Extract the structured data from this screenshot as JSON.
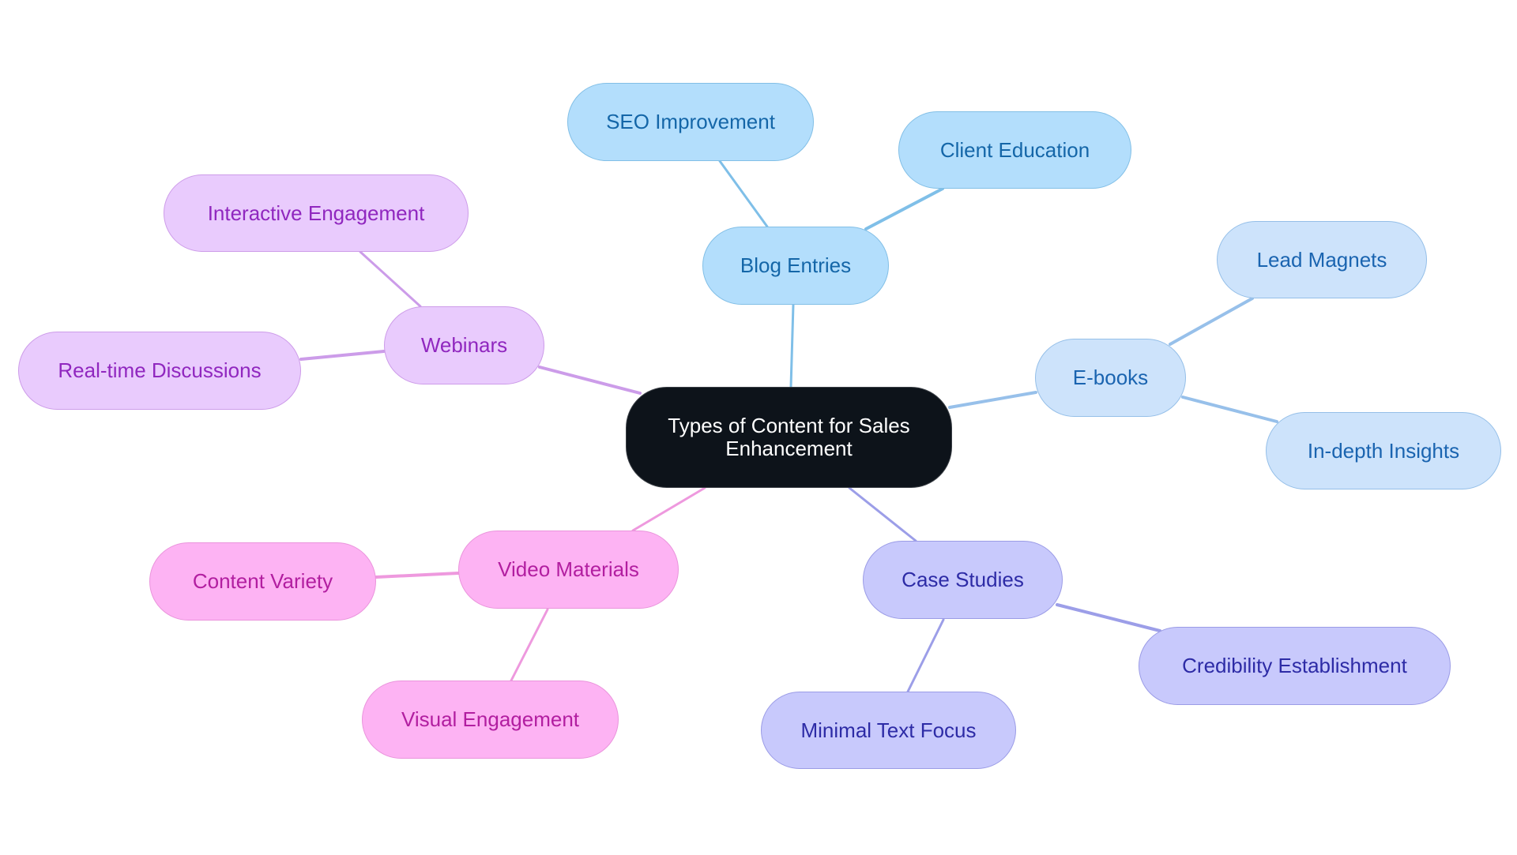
{
  "diagram": {
    "type": "mind-map",
    "root": {
      "id": "root",
      "label": "Types of Content for Sales Enhancement",
      "color": "#0d131a"
    },
    "branches": [
      {
        "id": "blog",
        "label": "Blog Entries",
        "theme": "blue",
        "edge_color": "#7fbfe8",
        "children": [
          {
            "id": "seo",
            "label": "SEO Improvement"
          },
          {
            "id": "client",
            "label": "Client Education"
          }
        ]
      },
      {
        "id": "ebooks",
        "label": "E-books",
        "theme": "lblue",
        "edge_color": "#97c0ea",
        "children": [
          {
            "id": "lead",
            "label": "Lead Magnets"
          },
          {
            "id": "indepth",
            "label": "In-depth Insights"
          }
        ]
      },
      {
        "id": "case",
        "label": "Case Studies",
        "theme": "violet",
        "edge_color": "#9c9ee8",
        "children": [
          {
            "id": "cred",
            "label": "Credibility Establishment"
          },
          {
            "id": "minimal",
            "label": "Minimal Text Focus"
          }
        ]
      },
      {
        "id": "video",
        "label": "Video Materials",
        "theme": "pink",
        "edge_color": "#ee99de",
        "children": [
          {
            "id": "variety",
            "label": "Content Variety"
          },
          {
            "id": "visual",
            "label": "Visual Engagement"
          }
        ]
      },
      {
        "id": "webinars",
        "label": "Webinars",
        "theme": "purple",
        "edge_color": "#cc9ce9",
        "children": [
          {
            "id": "interactive",
            "label": "Interactive Engagement"
          },
          {
            "id": "realtime",
            "label": "Real-time Discussions"
          }
        ]
      }
    ]
  }
}
